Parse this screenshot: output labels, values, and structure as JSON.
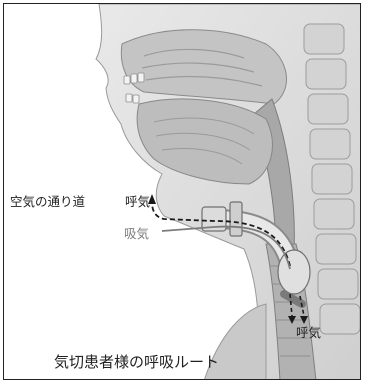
{
  "labels": {
    "airway": "空気の通り道",
    "exhale_top": "呼気",
    "inhale": "吸気",
    "exhale_bottom": "呼気"
  },
  "caption": "気切患者様の呼吸ルート",
  "colors": {
    "frame": "#222222",
    "tissue": "#b9b9b9",
    "tissue_dark": "#8f8f8f",
    "tissue_light": "#dcdcdc",
    "tube": "#e2e2e2",
    "arrow_exhale": "#1a1a1a",
    "arrow_inhale": "#7c7c7c"
  }
}
